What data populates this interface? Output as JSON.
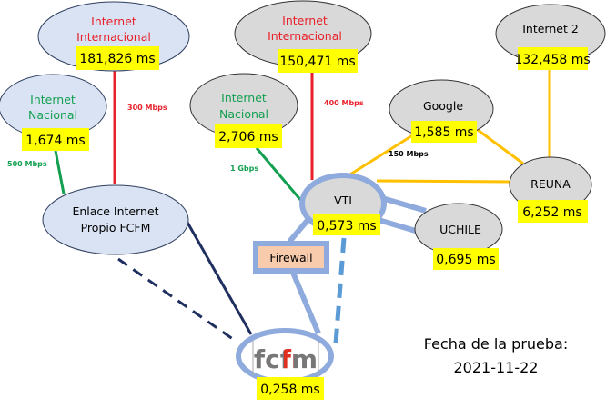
{
  "colors": {
    "red": "#e8202a",
    "green": "#12a050",
    "yellow": "#ffc000",
    "highlight": "#ffff00",
    "node_blue": "#dae3f3",
    "node_gray": "#d9d9d9",
    "link_blue": "#8faadc",
    "navy": "#1f2f5f"
  },
  "nodes": {
    "intl_left": {
      "line1": "Internet",
      "line2": "Internacional",
      "latency": "181,826 ms"
    },
    "nac_left": {
      "line1": "Internet",
      "line2": "Nacional",
      "latency": "1,674 ms"
    },
    "enlace": {
      "line1": "Enlace Internet",
      "line2": "Propio FCFM"
    },
    "intl_right": {
      "line1": "Internet",
      "line2": "Internacional",
      "latency": "150,471 ms"
    },
    "nac_right": {
      "line1": "Internet",
      "line2": "Nacional",
      "latency": "2,706 ms"
    },
    "vti": {
      "label": "VTI",
      "latency": "0,573 ms"
    },
    "google": {
      "label": "Google",
      "latency": "1,585 ms"
    },
    "internet2": {
      "label": "Internet 2",
      "latency": "132,458 ms"
    },
    "reuna": {
      "label": "REUNA",
      "latency": "6,252 ms"
    },
    "uchile": {
      "label": "UCHILE",
      "latency": "0,695 ms"
    },
    "firewall": {
      "label": "Firewall"
    },
    "fcfm": {
      "logo": "fcfm",
      "latency": "0,258 ms"
    }
  },
  "bandwidths": {
    "intl_left": "300 Mbps",
    "nac_left": "500 Mbps",
    "intl_right": "400 Mbps",
    "nac_right": "1 Gbps",
    "google": "150 Mbps"
  },
  "test_date": {
    "label": "Fecha de la prueba:",
    "value": "2021-11-22"
  }
}
